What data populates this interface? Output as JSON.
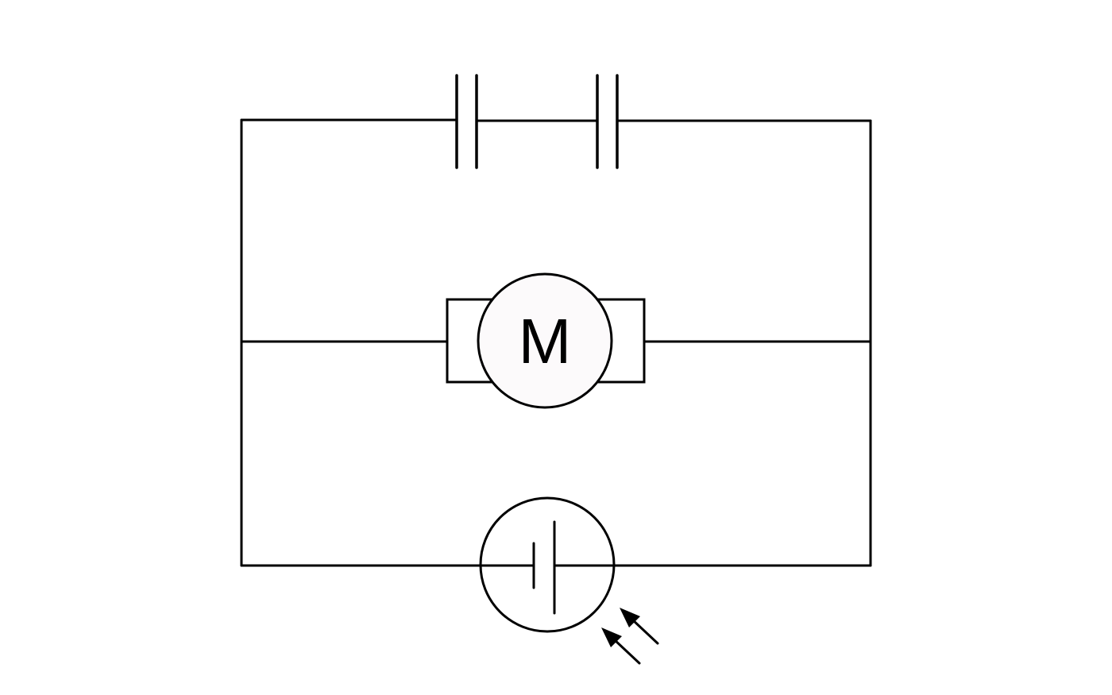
{
  "diagram": {
    "type": "circuit-schematic",
    "components": {
      "capacitor_1": {
        "name": "capacitor",
        "branch": "top"
      },
      "capacitor_2": {
        "name": "capacitor",
        "branch": "top"
      },
      "motor": {
        "name": "motor",
        "label": "M",
        "branch": "middle",
        "fill": "#fcfafb"
      },
      "solar_cell": {
        "name": "photovoltaic-cell",
        "branch": "bottom",
        "light_arrows": 2
      }
    },
    "colors": {
      "line": "#000000",
      "background": "#ffffff",
      "motor_fill": "#fcfafb"
    }
  }
}
